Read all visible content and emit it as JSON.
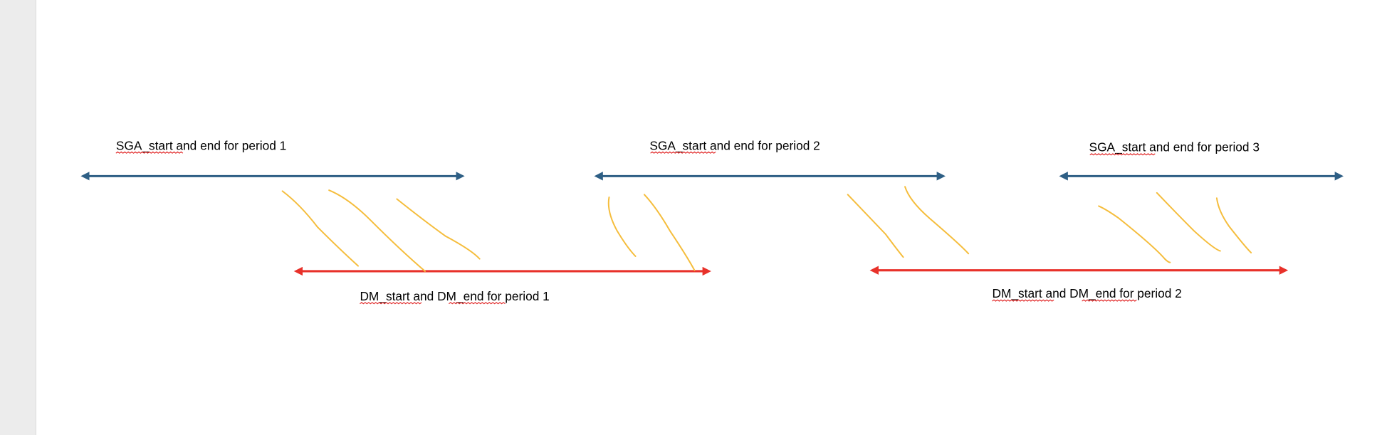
{
  "colors": {
    "sga": "#2e5f85",
    "dm": "#e8312a",
    "stroke": "#f5bd3c",
    "spell": "#e02020"
  },
  "labels": {
    "sga_period_1": "SGA_start and end for period 1",
    "sga_period_2": "SGA_start and end for period 2",
    "sga_period_3": "SGA_start and end for period 3",
    "dm_period_1": "DM_start and DM_end for period 1",
    "dm_period_2": "DM_start and DM_end for period 2"
  }
}
